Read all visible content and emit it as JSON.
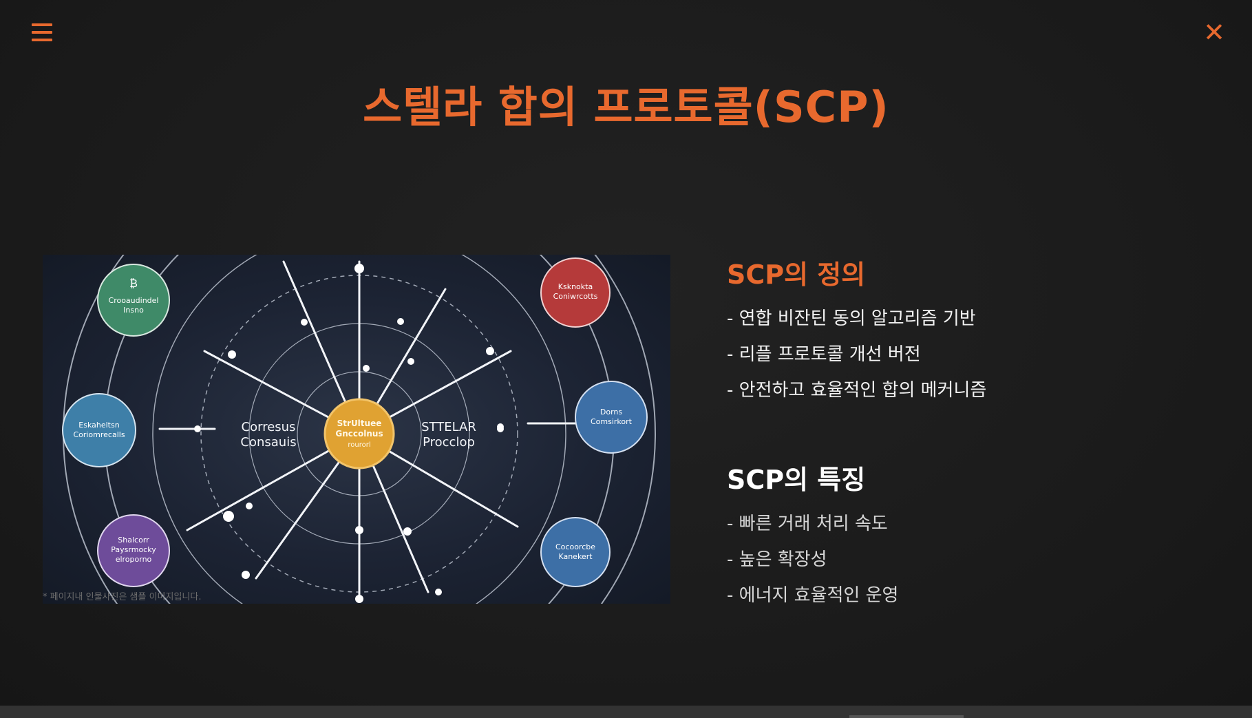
{
  "title": "스텔라 합의 프로토콜(SCP)",
  "figure": {
    "caption": "* 페이지내 인물사진은 샘플 이미지입니다.",
    "center_node": [
      "StrUltuee",
      "Gnccolnus",
      "rourorl"
    ],
    "left_label": [
      "Corresus",
      "Consauis"
    ],
    "right_label": [
      "STTELAR",
      "Procclop"
    ],
    "nodes": [
      {
        "lines": [
          "Crooaudindel",
          "Insno"
        ],
        "color": "#3f8a68"
      },
      {
        "lines": [
          "Ksknokta",
          "Coniwrcotts"
        ],
        "color": "#b53a3a"
      },
      {
        "lines": [
          "Eskaheltsn",
          "Coriomrecalls"
        ],
        "color": "#3e7fa8"
      },
      {
        "lines": [
          "Dorns",
          "Comsirkort"
        ],
        "color": "#3d6fa6"
      },
      {
        "lines": [
          "Shalcorr",
          "Paysrmocky",
          "elroporno"
        ],
        "color": "#6e4c9a"
      },
      {
        "lines": [
          "Cocoorcbe",
          "Kanekert"
        ],
        "color": "#3d6fa6"
      }
    ]
  },
  "definition": {
    "heading": "SCP의 정의",
    "items": [
      "- 연합 비잔틴 동의 알고리즘 기반",
      "- 리플 프로토콜 개선 버전",
      "- 안전하고 효율적인 합의 메커니즘"
    ]
  },
  "features": {
    "heading": "SCP의 특징",
    "items": [
      "- 빠른 거래 처리 속도",
      "- 높은 확장성",
      "- 에너지 효율적인 운영"
    ]
  },
  "colors": {
    "accent": "#e8692e",
    "background": "#1b1b1b"
  },
  "icons": {
    "menu": "hamburger-icon",
    "close": "close-icon"
  }
}
